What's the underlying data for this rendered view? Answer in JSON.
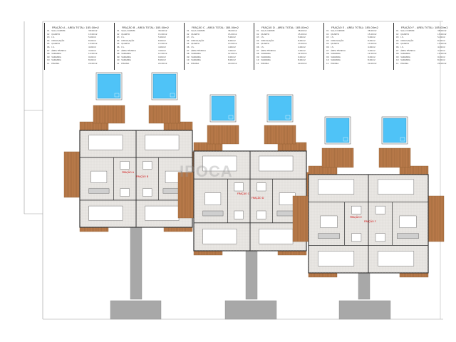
{
  "sheet": {
    "headers": [
      {
        "title": "FRAÇÃO A - AREA TOTAL: 185.00m2",
        "rows": [
          [
            "01",
            "SALA COMUM",
            "38.00m2"
          ],
          [
            "02",
            "QUARTO",
            "15.00m2"
          ],
          [
            "03",
            "I.S.",
            "5.00m2"
          ],
          [
            "04",
            "CIRCULAÇÃO",
            "8.00m2"
          ],
          [
            "05",
            "QUARTO",
            "13.00m2"
          ],
          [
            "06",
            "I.S.",
            "4.00m2"
          ],
          [
            "07",
            "ÁREA TÉCNICA",
            "3.00m2"
          ],
          [
            "08",
            "VARANDA",
            "12.00m2"
          ],
          [
            "09",
            "VARANDA",
            "9.00m2"
          ],
          [
            "10",
            "VARANDA",
            "8.00m2"
          ],
          [
            "11",
            "PISCINA",
            "20.00m2"
          ]
        ]
      },
      {
        "title": "FRAÇÃO B - AREA TOTAL: 185.00m2",
        "rows": [
          [
            "01",
            "SALA COMUM",
            "38.00m2"
          ],
          [
            "02",
            "QUARTO",
            "15.00m2"
          ],
          [
            "03",
            "I.S.",
            "5.00m2"
          ],
          [
            "04",
            "CIRCULAÇÃO",
            "8.00m2"
          ],
          [
            "05",
            "QUARTO",
            "13.00m2"
          ],
          [
            "06",
            "I.S.",
            "4.00m2"
          ],
          [
            "07",
            "ÁREA TÉCNICA",
            "3.00m2"
          ],
          [
            "08",
            "VARANDA",
            "12.00m2"
          ],
          [
            "09",
            "VARANDA",
            "9.00m2"
          ],
          [
            "10",
            "VARANDA",
            "8.00m2"
          ],
          [
            "11",
            "PISCINA",
            "20.00m2"
          ]
        ]
      },
      {
        "title": "FRAÇÃO C - AREA TOTAL: 185.00m2",
        "rows": [
          [
            "01",
            "SALA COMUM",
            "38.00m2"
          ],
          [
            "02",
            "QUARTO",
            "15.00m2"
          ],
          [
            "03",
            "I.S.",
            "5.00m2"
          ],
          [
            "04",
            "CIRCULAÇÃO",
            "8.00m2"
          ],
          [
            "05",
            "QUARTO",
            "13.00m2"
          ],
          [
            "06",
            "I.S.",
            "4.00m2"
          ],
          [
            "07",
            "ÁREA TÉCNICA",
            "3.00m2"
          ],
          [
            "08",
            "VARANDA",
            "12.00m2"
          ],
          [
            "09",
            "VARANDA",
            "9.00m2"
          ],
          [
            "10",
            "VARANDA",
            "8.00m2"
          ],
          [
            "11",
            "PISCINA",
            "20.00m2"
          ]
        ]
      },
      {
        "title": "FRAÇÃO D - AREA TOTAL: 185.00m2",
        "rows": [
          [
            "01",
            "SALA COMUM",
            "38.00m2"
          ],
          [
            "02",
            "QUARTO",
            "15.00m2"
          ],
          [
            "03",
            "I.S.",
            "5.00m2"
          ],
          [
            "04",
            "CIRCULAÇÃO",
            "8.00m2"
          ],
          [
            "05",
            "QUARTO",
            "13.00m2"
          ],
          [
            "06",
            "I.S.",
            "4.00m2"
          ],
          [
            "07",
            "ÁREA TÉCNICA",
            "3.00m2"
          ],
          [
            "08",
            "VARANDA",
            "12.00m2"
          ],
          [
            "09",
            "VARANDA",
            "9.00m2"
          ],
          [
            "10",
            "VARANDA",
            "8.00m2"
          ],
          [
            "11",
            "PISCINA",
            "20.00m2"
          ]
        ]
      },
      {
        "title": "FRAÇÃO E - AREA TOTAL: 185.00m2",
        "rows": [
          [
            "01",
            "SALA COMUM",
            "38.00m2"
          ],
          [
            "02",
            "QUARTO",
            "15.00m2"
          ],
          [
            "03",
            "I.S.",
            "5.00m2"
          ],
          [
            "04",
            "CIRCULAÇÃO",
            "8.00m2"
          ],
          [
            "05",
            "QUARTO",
            "13.00m2"
          ],
          [
            "06",
            "I.S.",
            "4.00m2"
          ],
          [
            "07",
            "ÁREA TÉCNICA",
            "3.00m2"
          ],
          [
            "08",
            "VARANDA",
            "12.00m2"
          ],
          [
            "09",
            "VARANDA",
            "9.00m2"
          ],
          [
            "10",
            "VARANDA",
            "8.00m2"
          ],
          [
            "11",
            "PISCINA",
            "20.00m2"
          ]
        ]
      },
      {
        "title": "FRAÇÃO F - AREA TOTAL: 185.00m2",
        "rows": [
          [
            "01",
            "SALA COMUM",
            "38.00m2"
          ],
          [
            "02",
            "QUARTO",
            "15.00m2"
          ],
          [
            "03",
            "I.S.",
            "5.00m2"
          ],
          [
            "04",
            "CIRCULAÇÃO",
            "8.00m2"
          ],
          [
            "05",
            "QUARTO",
            "13.00m2"
          ],
          [
            "06",
            "I.S.",
            "4.00m2"
          ],
          [
            "07",
            "ÁREA TÉCNICA",
            "3.00m2"
          ],
          [
            "08",
            "VARANDA",
            "12.00m2"
          ],
          [
            "09",
            "VARANDA",
            "9.00m2"
          ],
          [
            "10",
            "VARANDA",
            "8.00m2"
          ],
          [
            "11",
            "PISCINA",
            "20.00m2"
          ]
        ]
      }
    ],
    "unit_labels": [
      "FRAÇÃO A",
      "FRAÇÃO B",
      "FRAÇÃO C",
      "FRAÇÃO D",
      "FRAÇÃO E",
      "FRAÇÃO F"
    ],
    "watermark": "IPOCA",
    "colors": {
      "pool": "#4fc3f7",
      "deck": "#b97a4a",
      "deck_dark": "#8a5a30",
      "floor": "#e9e6e3",
      "wall": "#333333",
      "path": "#a8a8a8",
      "label": "#d00000"
    }
  }
}
